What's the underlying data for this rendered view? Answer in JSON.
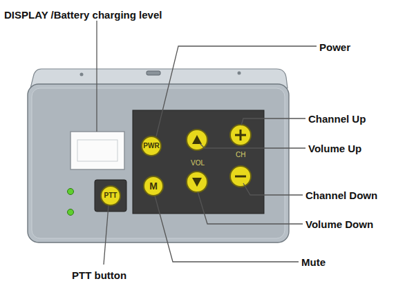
{
  "diagram": {
    "nodes": [
      {
        "text": [
          "PWR"
        ]
      },
      {
        "text": [
          "M"
        ]
      },
      {
        "text": [
          "PTT"
        ]
      }
    ],
    "labels": [
      "DISPLAY /Battery charging level",
      "Power",
      "Channel Up",
      "Volume Up",
      "Channel Down",
      "Volume Down",
      "Mute",
      "PTT button",
      "VOL",
      "CH"
    ]
  }
}
